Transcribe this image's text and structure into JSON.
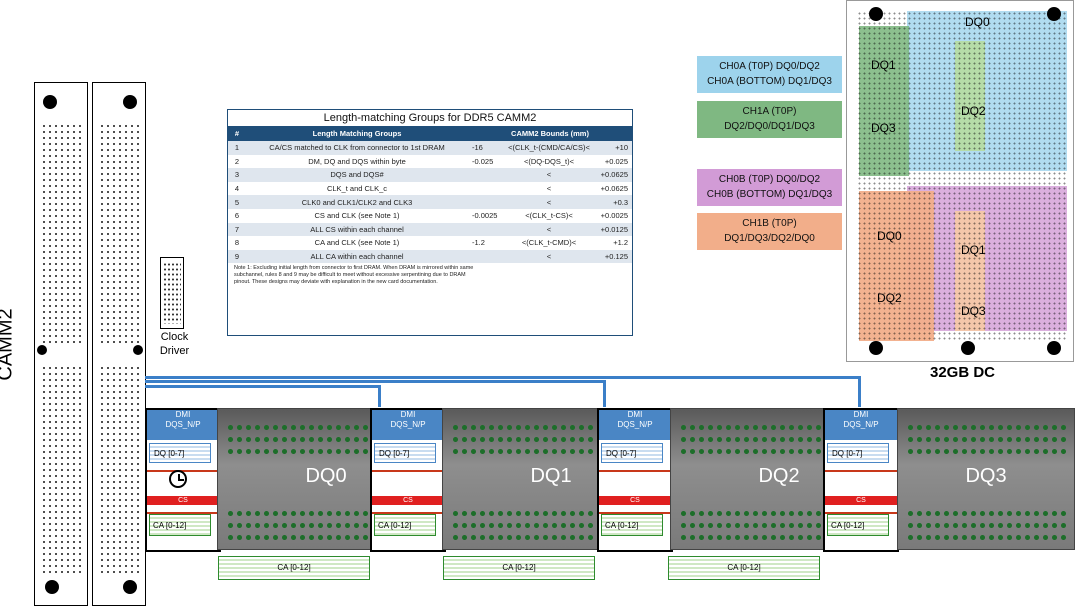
{
  "side_label": "CAMM2",
  "clock_driver_label": "Clock\nDriver",
  "table": {
    "title": "Length-matching Groups for DDR5 CAMM2",
    "headers": [
      "#",
      "Length Matching Groups",
      "CAMM2 Bounds (mm)"
    ],
    "rows": [
      {
        "n": "1",
        "group": "CA/CS matched to CLK from connector to 1st DRAM",
        "min": "-16",
        "expr": "<(CLK_t-(CMD/CA/CS)<",
        "max": "+10"
      },
      {
        "n": "2",
        "group": "DM, DQ and DQS within byte",
        "min": "-0.025",
        "expr": "<(DQ-DQS_t)<",
        "max": "+0.025"
      },
      {
        "n": "3",
        "group": "DQS and DQS#",
        "min": "",
        "expr": "<",
        "max": "+0.0625"
      },
      {
        "n": "4",
        "group": "CLK_t and CLK_c",
        "min": "",
        "expr": "<",
        "max": "+0.0625"
      },
      {
        "n": "5",
        "group": "CLK0 and CLK1/CLK2 and CLK3",
        "min": "",
        "expr": "<",
        "max": "+0.3"
      },
      {
        "n": "6",
        "group": "CS and CLK (see Note 1)",
        "min": "-0.0025",
        "expr": "<(CLK_t-CS)<",
        "max": "+0.0025"
      },
      {
        "n": "7",
        "group": "ALL CS within each channel",
        "min": "",
        "expr": "<",
        "max": "+0.0125"
      },
      {
        "n": "8",
        "group": "CA and CLK (see Note 1)",
        "min": "-1.2",
        "expr": "<(CLK_t-CMD)<",
        "max": "+1.2"
      },
      {
        "n": "9",
        "group": "ALL CA within each channel",
        "min": "",
        "expr": "<",
        "max": "+0.125"
      }
    ],
    "note": "Note 1: Excluding initial length from connector to first DRAM. When DRAM is mirrored within same subchannel, rules 8 and 9 may be difficult to meet without excessive serpentining due to DRAM pinout. These designs may deviate with explanation in the new card documentation."
  },
  "channel_boxes": [
    {
      "line1": "CH0A  (T0P) DQ0/DQ2",
      "line2": "CH0A (BOTTOM) DQ1/DQ3",
      "color": "#9dd3ec"
    },
    {
      "line1": "CH1A (T0P)",
      "line2": "DQ2/DQ0/DQ1/DQ3",
      "color": "#7fb882"
    },
    {
      "line1": "CH0B  (T0P) DQ0/DQ2",
      "line2": "CH0B (BOTTOM) DQ1/DQ3",
      "color": "#d29bd6"
    },
    {
      "line1": "CH1B (T0P)",
      "line2": "DQ1/DQ3/DQ2/DQ0",
      "color": "#f2ae8a"
    }
  ],
  "board_labels": {
    "top": [
      "DQ0",
      "DQ1",
      "DQ2",
      "DQ3"
    ],
    "bottom": [
      "DQ0",
      "DQ1",
      "DQ2",
      "DQ3"
    ],
    "caption": "32GB DC"
  },
  "chips": [
    "DQ0",
    "DQ1",
    "DQ2",
    "DQ3"
  ],
  "ctrl_labels": {
    "dmi": "DMI",
    "dqs": "DQS_N/P",
    "dq": "DQ [0-7]",
    "cs": "CS",
    "ca": "CA [0-12]"
  },
  "ca_routes": [
    "CA [0-12]",
    "CA [0-12]",
    "CA [0-12]"
  ],
  "colors": {
    "header": "#1f4e79",
    "dmi": "#4a86c5",
    "cs": "#e02020",
    "ca": "#2e8b2e",
    "route": "#3b7fc8"
  }
}
